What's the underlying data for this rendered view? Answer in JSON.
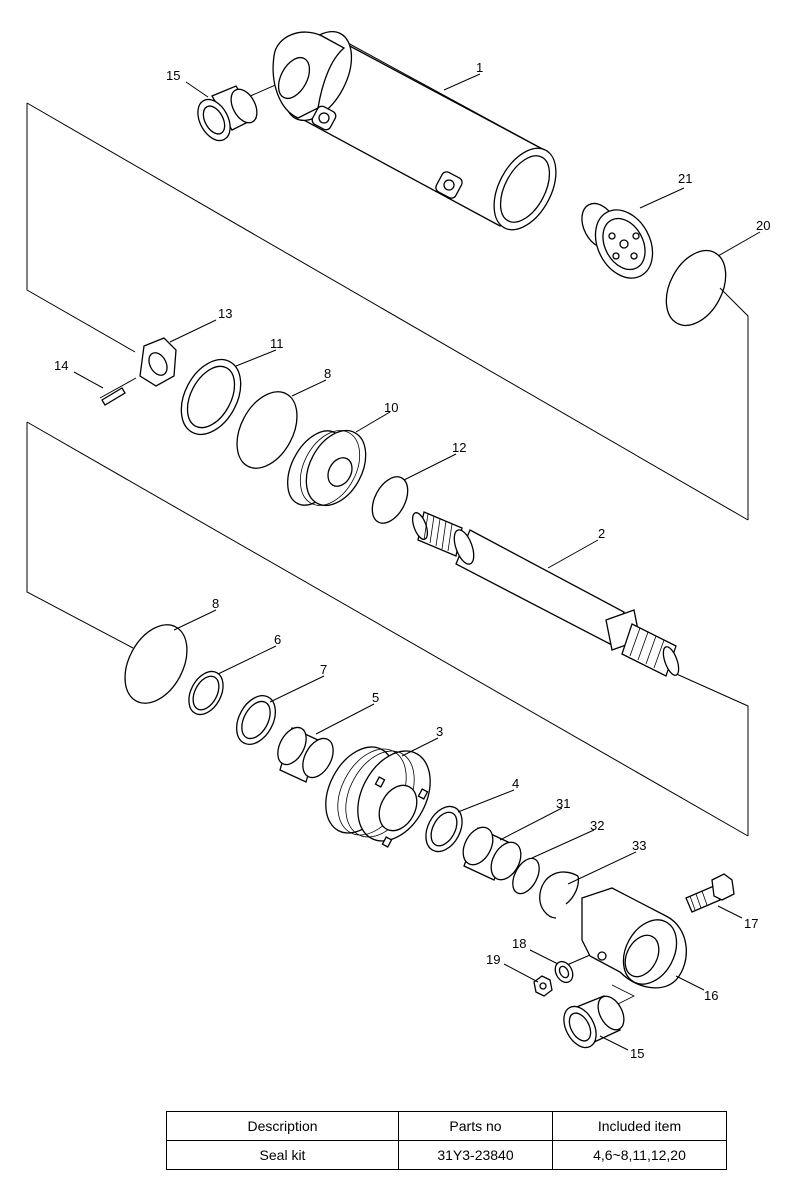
{
  "callouts": [
    "1",
    "15",
    "21",
    "20",
    "13",
    "11",
    "14",
    "8",
    "10",
    "12",
    "2",
    "8",
    "6",
    "7",
    "5",
    "3",
    "4",
    "31",
    "32",
    "33",
    "17",
    "18",
    "19",
    "16",
    "15"
  ],
  "table": {
    "headers": [
      "Description",
      "Parts no",
      "Included item"
    ],
    "rows": [
      [
        "Seal kit",
        "31Y3-23840",
        "4,6~8,11,12,20"
      ]
    ]
  }
}
